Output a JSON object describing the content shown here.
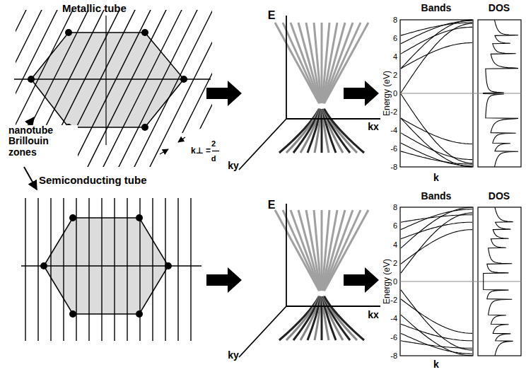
{
  "diagram": {
    "labels": [
      "Metallic tube",
      "nanotube Brillouin zones",
      "k⊥ =",
      "2",
      "d",
      "Semiconducting tube",
      "E",
      "ky",
      "kx",
      "E",
      "ky",
      "kx",
      "Bands",
      "DOS",
      "Energy (eV)",
      "8",
      "6",
      "4",
      "2",
      "0",
      "-2",
      "-4",
      "-6",
      "-8",
      "k",
      "Bands",
      "DOS",
      "Energy (eV)",
      "8",
      "6",
      "4",
      "2",
      "0",
      "-2",
      "-4",
      "-6",
      "-8",
      "k"
    ]
  }
}
